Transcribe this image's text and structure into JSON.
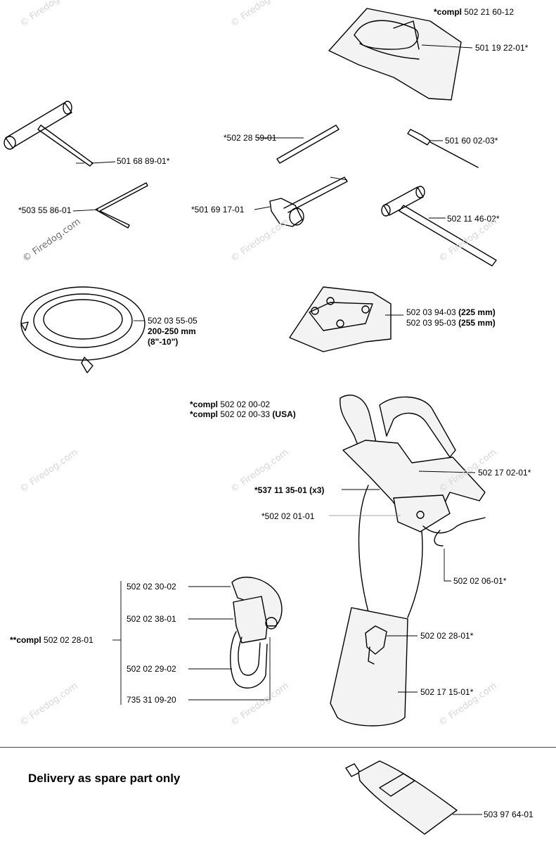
{
  "watermark": "© Firedog.com",
  "labels": {
    "trimmer_bag": {
      "prefix": "*compl",
      "num": " 502 21 60-12"
    },
    "bag_strap": "501 19 22-01*",
    "screwdriver": "*502 28 59-01",
    "tool_501_60": "501 60 02-03*",
    "combi_wrench": "501 68 89-01*",
    "hex_key": "*503 55 86-01",
    "socket_wrench": "*501 69 17-01",
    "t_wrench": "502 11 46-02*",
    "trimmer_head_num": "502 03 55-05",
    "trimmer_head_size": "200-250 mm",
    "trimmer_head_inch": "(8\"-10\")",
    "guard_225_num": "502 03 94-03 ",
    "guard_225_size": "(225 mm)",
    "guard_255_num": "502 03 95-03 ",
    "guard_255_size": "(255 mm)",
    "harness_1": {
      "prefix": "*compl",
      "num": " 502 02 00-02"
    },
    "harness_2": {
      "prefix": "*compl",
      "num": " 502 02 00-33 ",
      "suffix": "(USA)"
    },
    "buckle": "*537 11 35-01 (x3)",
    "harness_plate": "*502 02 01-01",
    "shoulder_strap": "502 17 02-01*",
    "hook": "502 02 06-01*",
    "clip_30": "502 02 30-02",
    "clip_38": "502 02 38-01",
    "clip_compl": {
      "prefix": "**compl",
      "num": " 502 02 28-01"
    },
    "clip_29": "502 02 29-02",
    "clip_735": "735 31 09-20",
    "hip_clip": "502 02 28-01*",
    "hip_pad": "502 17 15-01*",
    "grease": "503 97 64-01"
  },
  "footer": {
    "title": "Delivery as spare part only"
  }
}
